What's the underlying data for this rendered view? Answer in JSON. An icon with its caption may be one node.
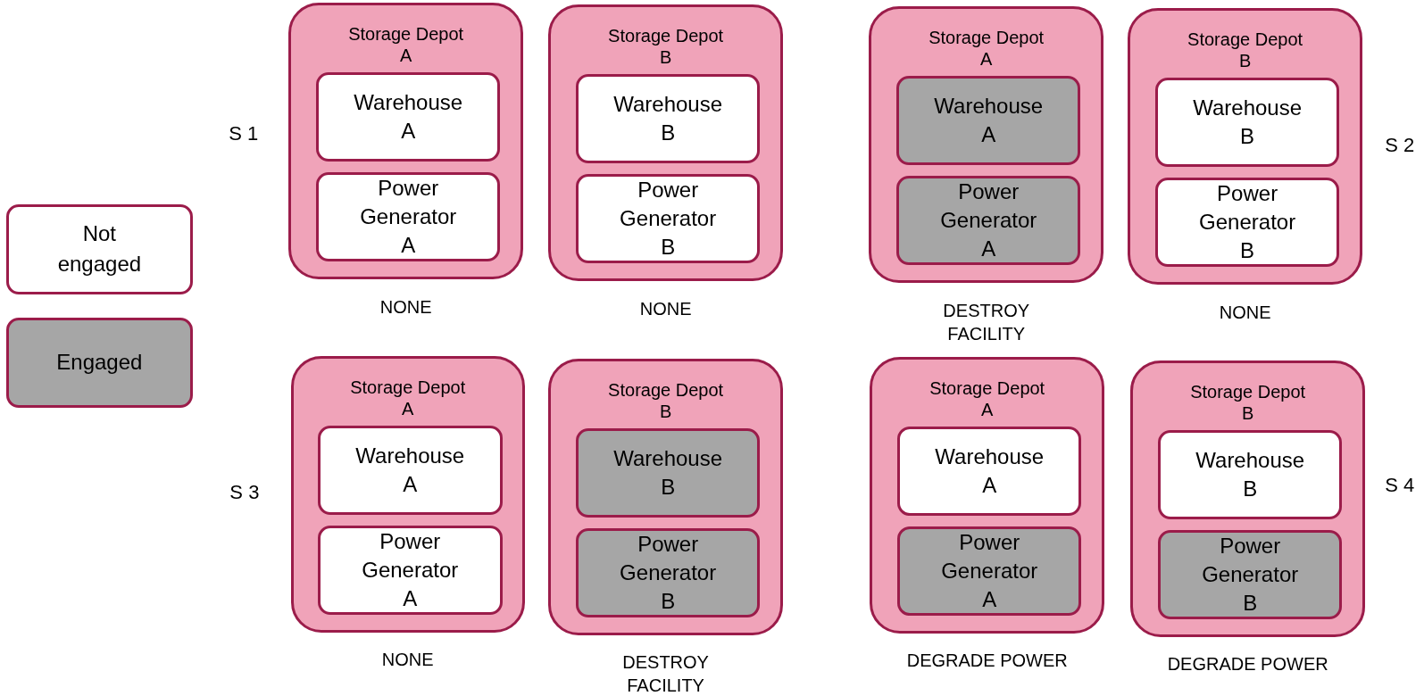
{
  "diagram": {
    "nodes": [
      {
        "text": [
          "Storage Depot A"
        ],
        "beside": [
          "NONE"
        ]
      },
      {
        "text": [
          "Warehouse A"
        ],
        "in": 0
      },
      {
        "text": [
          "Power Generator A"
        ],
        "in": 0
      },
      {
        "text": [
          "Storage Depot B"
        ],
        "beside": [
          "NONE"
        ]
      },
      {
        "text": [
          "Warehouse B"
        ],
        "in": 3
      },
      {
        "text": [
          "Power Generator B"
        ],
        "in": 3
      },
      {
        "text": [
          "Storage Depot A"
        ],
        "beside": [
          "DESTROY FACILITY"
        ]
      },
      {
        "text": [
          "Warehouse A"
        ],
        "in": 6
      },
      {
        "text": [
          "Power Generator A"
        ],
        "in": 6
      },
      {
        "text": [
          "Storage Depot B"
        ],
        "beside": [
          "NONE"
        ]
      },
      {
        "text": [
          "Warehouse B"
        ],
        "in": 9
      },
      {
        "text": [
          "Power Generator B"
        ],
        "in": 9
      },
      {
        "text": [
          "Storage Depot A"
        ],
        "beside": [
          "NONE"
        ]
      },
      {
        "text": [
          "Warehouse A"
        ],
        "in": 12
      },
      {
        "text": [
          "Power Generator A"
        ],
        "in": 12
      },
      {
        "text": [
          "Storage Depot B"
        ],
        "beside": [
          "DESTROY FACILITY"
        ]
      },
      {
        "text": [
          "Warehouse B"
        ],
        "in": 15
      },
      {
        "text": [
          "Power Generator B"
        ],
        "in": 15
      },
      {
        "text": [
          "Storage Depot A"
        ],
        "beside": [
          "DEGRADE POWER"
        ]
      },
      {
        "text": [
          "Warehouse A"
        ],
        "in": 18
      },
      {
        "text": [
          "Power Generator A"
        ],
        "in": 18
      },
      {
        "text": [
          "Storage Depot B"
        ],
        "beside": [
          "DEGRADE POWER"
        ]
      },
      {
        "text": [
          "Warehouse B"
        ],
        "in": 21
      },
      {
        "text": [
          "Power Generator B"
        ],
        "in": 21
      }
    ],
    "labels": [
      "S 1",
      "S 2",
      "S 3",
      "S 4"
    ],
    "legend": [
      {
        "text": "Not engaged",
        "color": "#ffffff"
      },
      {
        "text": "Engaged",
        "color": "#a6a6a6"
      }
    ]
  }
}
